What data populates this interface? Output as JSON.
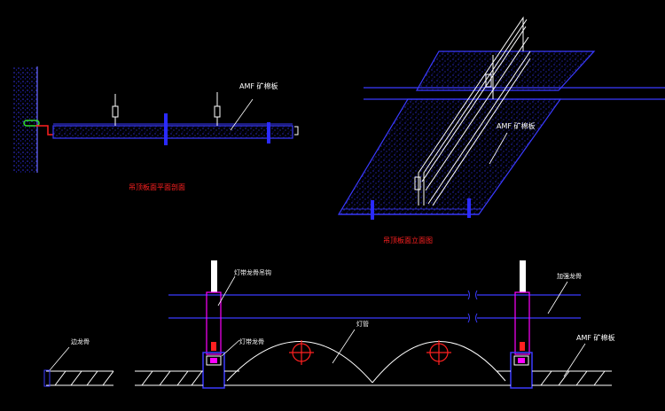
{
  "colors": {
    "background": "#000000",
    "blue": "#1a1aff",
    "blue_line": "#3a3aff",
    "white": "#ffffff",
    "red": "#ff2020",
    "magenta": "#ff00ff",
    "green": "#33dd33",
    "pattern": "#2a2acc"
  },
  "labels": {
    "amf_board_1": "AMF 矿棉板",
    "amf_board_2": "AMF 矿棉板",
    "amf_board_3": "AMF 矿棉板",
    "caption_section": "吊顶板面平面剖面",
    "caption_iso": "吊顶板面立面图",
    "light_keel": "灯带龙骨吊钩",
    "reinforce_keel": "加强龙骨",
    "light_channel": "灯带龙骨",
    "edge_keel": "边龙骨",
    "lamp": "灯管"
  }
}
